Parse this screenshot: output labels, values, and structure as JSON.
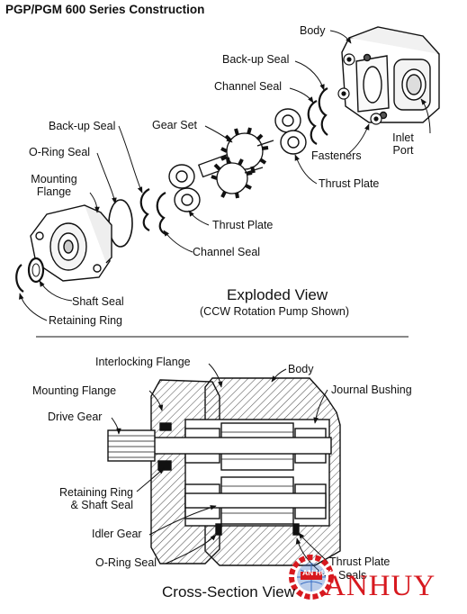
{
  "title": "PGP/PGM 600 Series Construction",
  "exploded": {
    "caption": "Exploded View",
    "subcaption": "(CCW Rotation Pump Shown)",
    "labels": {
      "body": "Body",
      "backup_seal_right": "Back-up Seal",
      "channel_seal_right": "Channel Seal",
      "fasteners": "Fasteners",
      "inlet_port_line1": "Inlet",
      "inlet_port_line2": "Port",
      "gear_set": "Gear Set",
      "thrust_plate_right": "Thrust Plate",
      "backup_seal_left": "Back-up Seal",
      "oring_seal": "O-Ring Seal",
      "mounting_flange_line1": "Mounting",
      "mounting_flange_line2": "Flange",
      "thrust_plate_left": "Thrust Plate",
      "channel_seal_left": "Channel Seal",
      "shaft_seal": "Shaft Seal",
      "retaining_ring": "Retaining Ring"
    }
  },
  "cross_section": {
    "caption": "Cross-Section View",
    "labels": {
      "interlocking_flange": "Interlocking Flange",
      "body": "Body",
      "mounting_flange": "Mounting Flange",
      "journal_bushing": "Journal Bushing",
      "drive_gear": "Drive Gear",
      "retaining_ring_line1": "Retaining Ring",
      "retaining_ring_line2": "& Shaft Seal",
      "idler_gear": "Idler Gear",
      "oring_seal": "O-Ring Seal",
      "thrust_plate": "Thrust Plate",
      "seals": "Seals"
    }
  },
  "watermark": {
    "brand": "ANHUY",
    "badge": "AN HUY"
  },
  "colors": {
    "line": "#111111",
    "hatch": "#555555",
    "brand_red": "#d7191f",
    "globe_blue": "#3a6fc4"
  }
}
